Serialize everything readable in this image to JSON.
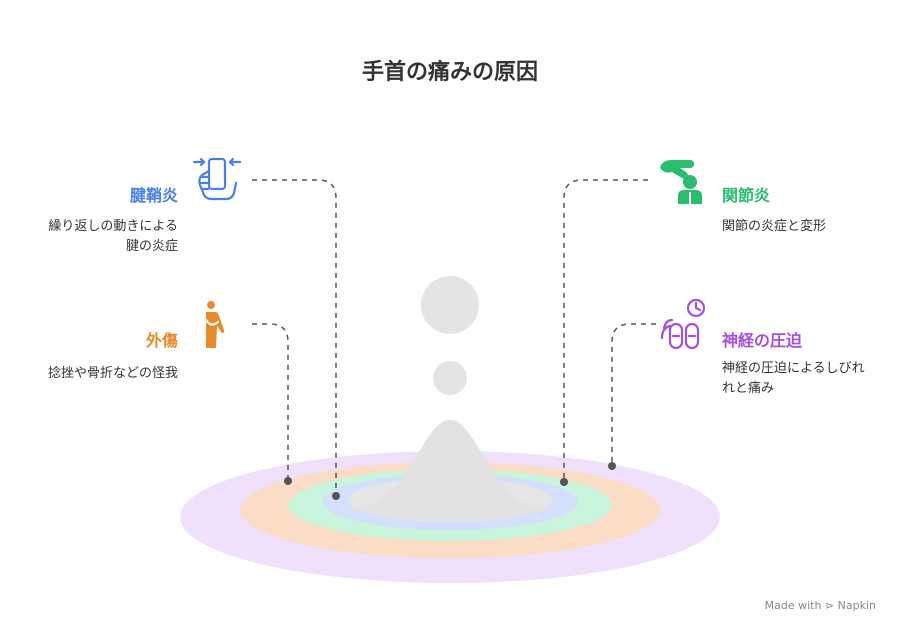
{
  "title": "手首の痛みの原因",
  "items": [
    {
      "label": "腱鞘炎",
      "description_lines": [
        "繰り返しの動きによる",
        "腱の炎症"
      ],
      "color": "#4a7fe8",
      "icon": "hand-phone-icon"
    },
    {
      "label": "外傷",
      "description_lines": [
        "捻挫や骨折などの怪我"
      ],
      "color": "#e88a2c",
      "icon": "injured-arm-icon"
    },
    {
      "label": "関節炎",
      "description_lines": [
        "関節の炎症と変形"
      ],
      "color": "#2bbd6e",
      "icon": "joint-hand-icon"
    },
    {
      "label": "神経の圧迫",
      "description_lines": [
        "神経の圧迫によるしびれ",
        "れと痛み"
      ],
      "color": "#a64ee0",
      "icon": "fingers-clock-icon"
    }
  ],
  "rings": {
    "outer": "#efe0fb",
    "second": "#fbdcc4",
    "third": "#c8f5dc",
    "inner": "#d4e0fb",
    "center": "#e6e6e6"
  },
  "footer": "Made with ⋗ Napkin"
}
